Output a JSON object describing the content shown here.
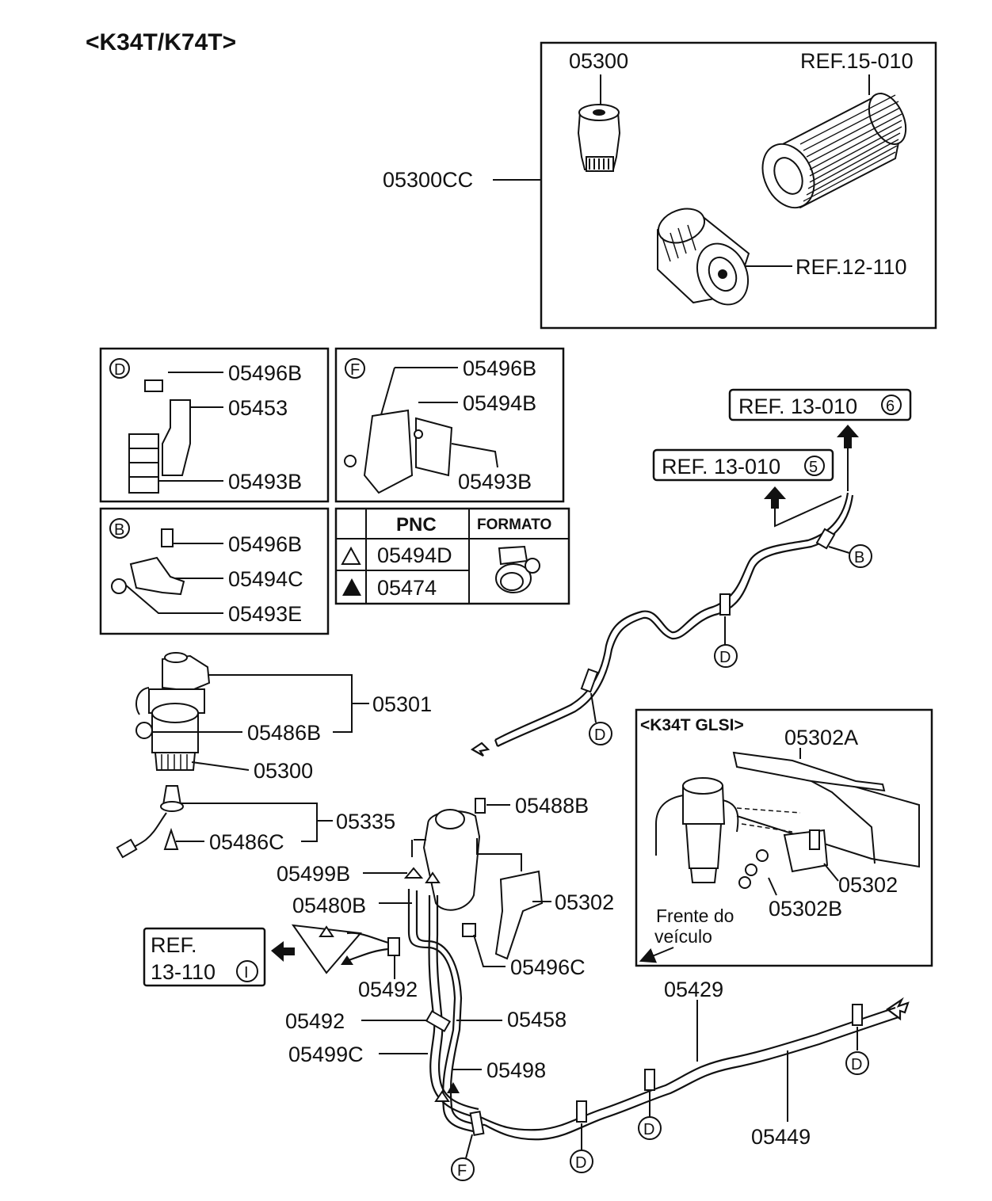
{
  "title": "<K34T/K74T>",
  "filter_kit": {
    "code": "05300CC",
    "part_05300": "05300",
    "ref_15": "REF.15-010",
    "ref_12": "REF.12-110"
  },
  "detail_d": {
    "letter": "D",
    "labels": [
      "05496B",
      "05453",
      "05493B"
    ]
  },
  "detail_f": {
    "letter": "F",
    "labels": [
      "05496B",
      "05494B",
      "05493B"
    ]
  },
  "detail_b": {
    "letter": "B",
    "labels": [
      "05496B",
      "05494C",
      "05493E"
    ]
  },
  "pnc_table": {
    "header_pnc": "PNC",
    "header_formato": "FORMATO",
    "rows": [
      {
        "symbol": "open-triangle",
        "pnc": "05494D"
      },
      {
        "symbol": "filled-triangle",
        "pnc": "05474"
      }
    ]
  },
  "ref_boxes": {
    "ref6": {
      "text": "REF. 13-010",
      "circle": "6"
    },
    "ref5": {
      "text": "REF. 13-010",
      "circle": "5"
    },
    "ref1_line1": "REF.",
    "ref1_line2": "13-110",
    "ref1_circle": "I"
  },
  "pipe_markers": {
    "b": "B",
    "d": "D",
    "f": "F"
  },
  "filter_assembly": {
    "labels": [
      "05301",
      "05486B",
      "05300",
      "05335",
      "05486C"
    ]
  },
  "tank_area": {
    "labels": [
      "05488B",
      "05499B",
      "05480B",
      "05302",
      "05496C",
      "05492",
      "05492",
      "05458",
      "05499C",
      "05498"
    ]
  },
  "glsi_inset": {
    "title": "<K34T GLSI>",
    "labels": [
      "05302A",
      "05302",
      "05302B"
    ],
    "front_line1": "Frente do",
    "front_line2": "veículo"
  },
  "bottom_labels": [
    "05429",
    "05449"
  ]
}
